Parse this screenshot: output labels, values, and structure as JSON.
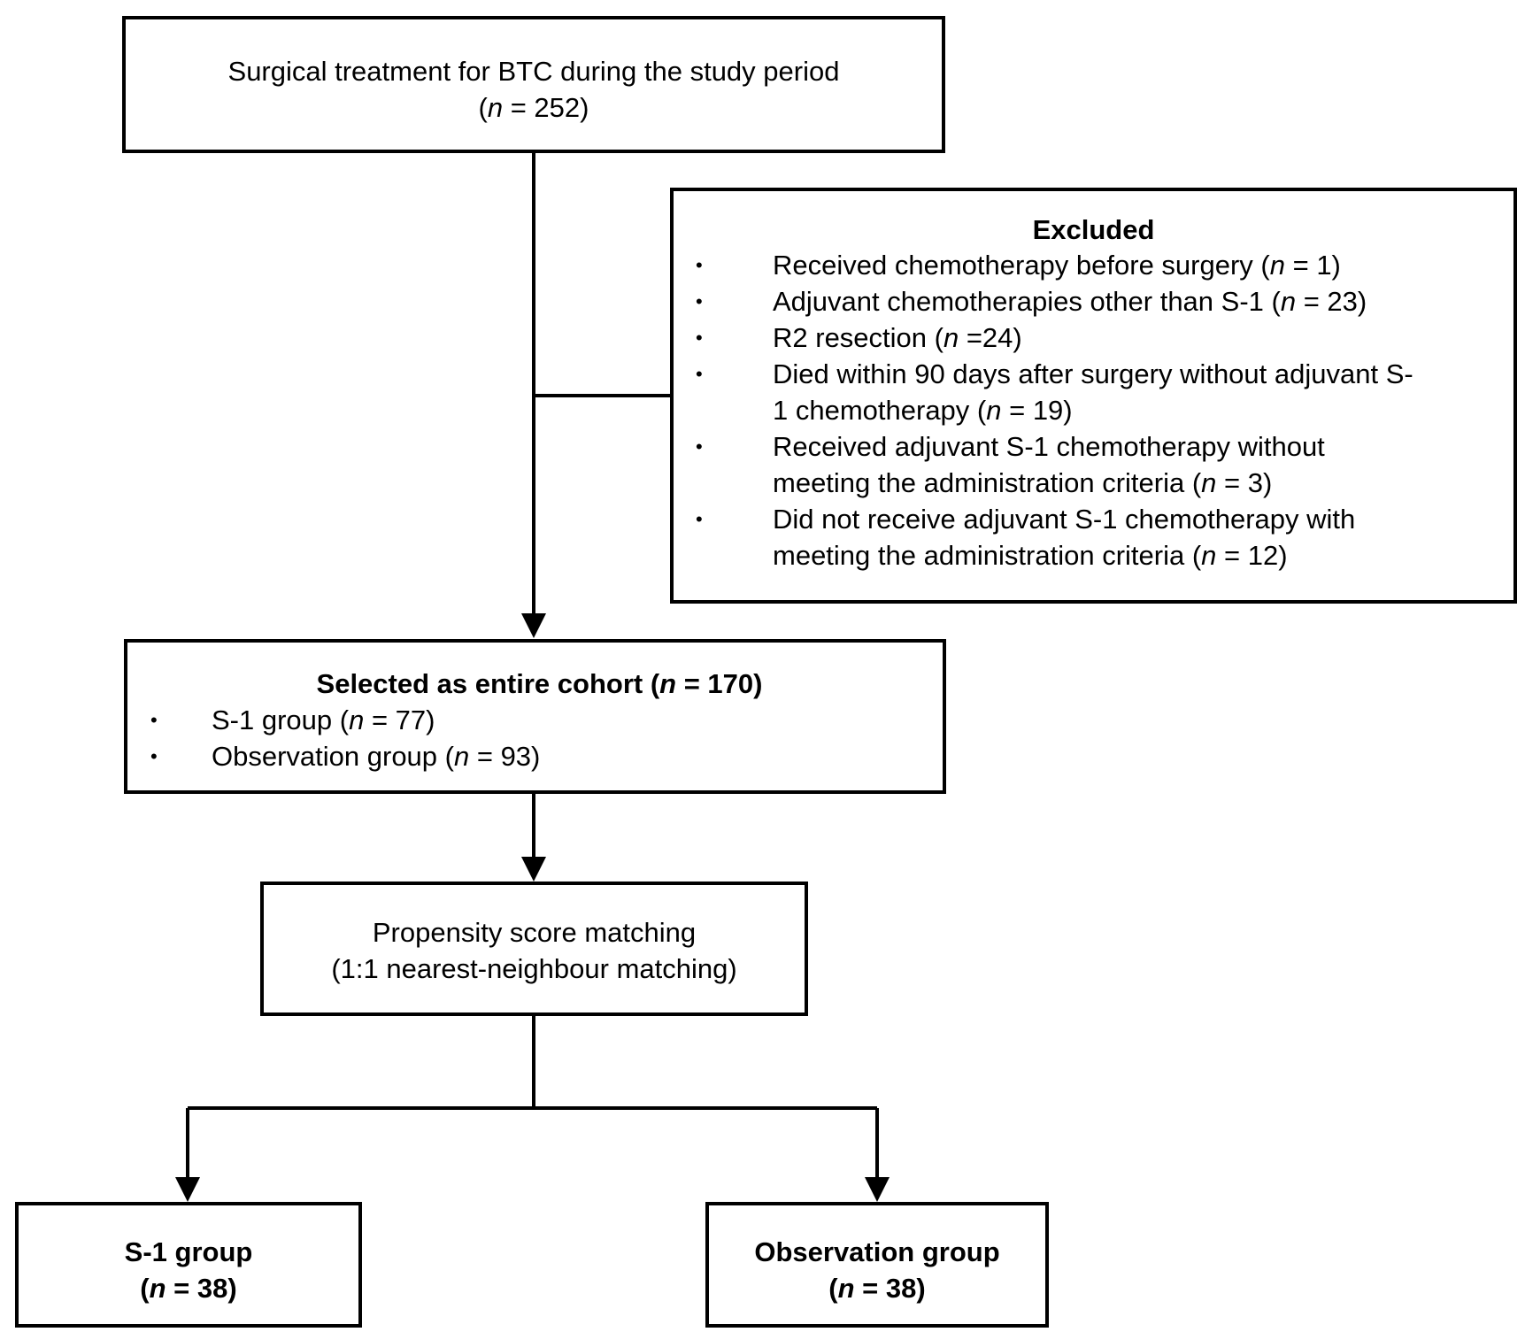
{
  "box_start": {
    "line1": "Surgical treatment for BTC during the study period",
    "n_prefix": "(",
    "n_var": "n",
    "n_value": " = 252)"
  },
  "excluded": {
    "title": "Excluded",
    "items": [
      {
        "text": "Received chemotherapy before surgery (",
        "n": "n",
        "tail": " = 1)"
      },
      {
        "text": "Adjuvant chemotherapies other than S-1 (",
        "n": "n",
        "tail": " = 23)"
      },
      {
        "text": "R2 resection (",
        "n": "n",
        "tail": " =24)"
      },
      {
        "text": "Died within 90 days after surgery without adjuvant S-",
        "text2": "1 chemotherapy (",
        "n": "n",
        "tail": " = 19)"
      },
      {
        "text": "Received adjuvant S-1 chemotherapy without",
        "text2": "meeting the  administration criteria (",
        "n": "n",
        "tail": " = 3)"
      },
      {
        "text": "Did not receive adjuvant S-1 chemotherapy with",
        "text2": "meeting the administration criteria (",
        "n": "n",
        "tail": " = 12)"
      }
    ],
    "bullet": "•"
  },
  "cohort": {
    "title_prefix": "Selected as entire cohort (",
    "title_n": "n",
    "title_tail": " = 170)",
    "items": [
      {
        "text": "S-1 group (",
        "n": "n",
        "tail": " = 77)"
      },
      {
        "text": "Observation group (",
        "n": "n",
        "tail": " = 93)"
      }
    ],
    "bullet": "•"
  },
  "psm": {
    "line1": "Propensity score matching",
    "line2": "(1:1 nearest-neighbour matching)"
  },
  "s1": {
    "title": "S-1 group",
    "n_prefix": "(",
    "n_var": "n",
    "n_value": " = 38)"
  },
  "observation": {
    "title": "Observation group",
    "n_prefix": "(",
    "n_var": "n",
    "n_value": " = 38)"
  }
}
